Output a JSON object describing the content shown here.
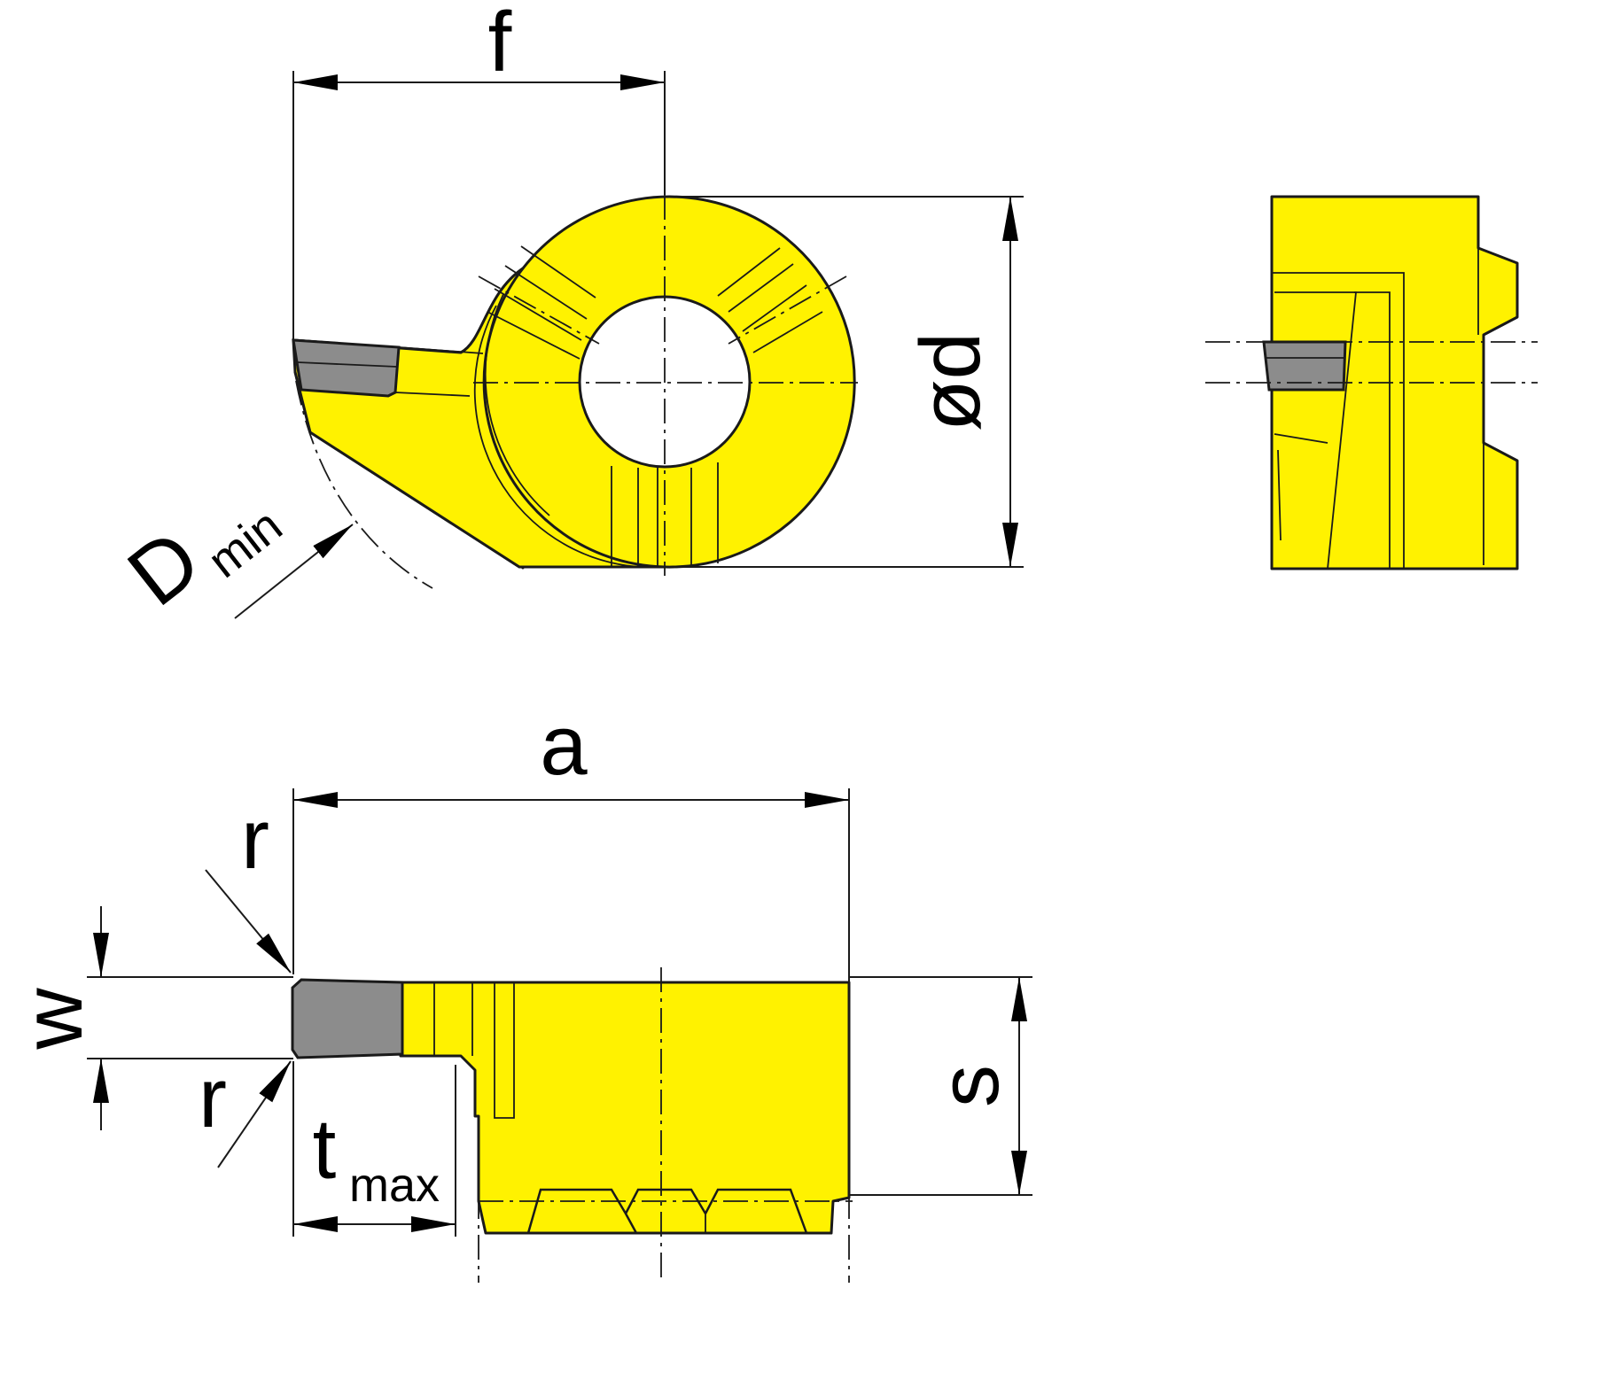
{
  "colors": {
    "body": "#fff200",
    "carbide": "#8c8c8c",
    "line": "#1a1a1a",
    "background": "#ffffff"
  },
  "labels": {
    "f": "f",
    "d": "ød",
    "d_min_main": "D",
    "d_min_sub": "min",
    "a": "a",
    "r_top": "r",
    "r_bottom": "r",
    "w": "w",
    "s": "s",
    "t_max_main": "t",
    "t_max_sub": "max"
  }
}
